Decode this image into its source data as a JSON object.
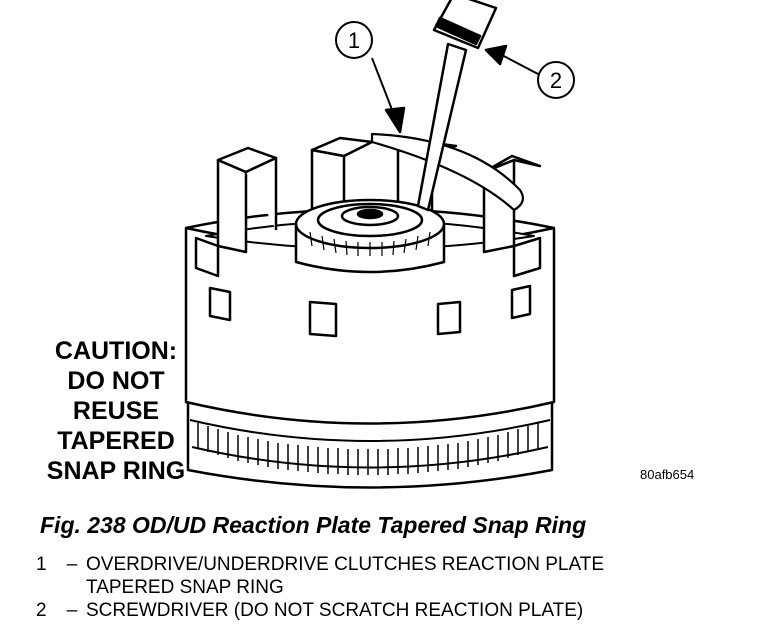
{
  "figure": {
    "callouts": [
      "1",
      "2"
    ],
    "figure_code": "80afb654",
    "caution": [
      "CAUTION:",
      "DO NOT",
      "REUSE",
      "TAPERED",
      "SNAP RING"
    ]
  },
  "caption": "Fig. 238 OD/UD Reaction Plate Tapered Snap Ring",
  "legend": [
    {
      "num": "1",
      "dash": "–",
      "text": "OVERDRIVE/UNDERDRIVE CLUTCHES REACTION PLATE\nTAPERED SNAP RING"
    },
    {
      "num": "2",
      "dash": "–",
      "text": "SCREWDRIVER (DO NOT SCRATCH REACTION PLATE)"
    }
  ]
}
